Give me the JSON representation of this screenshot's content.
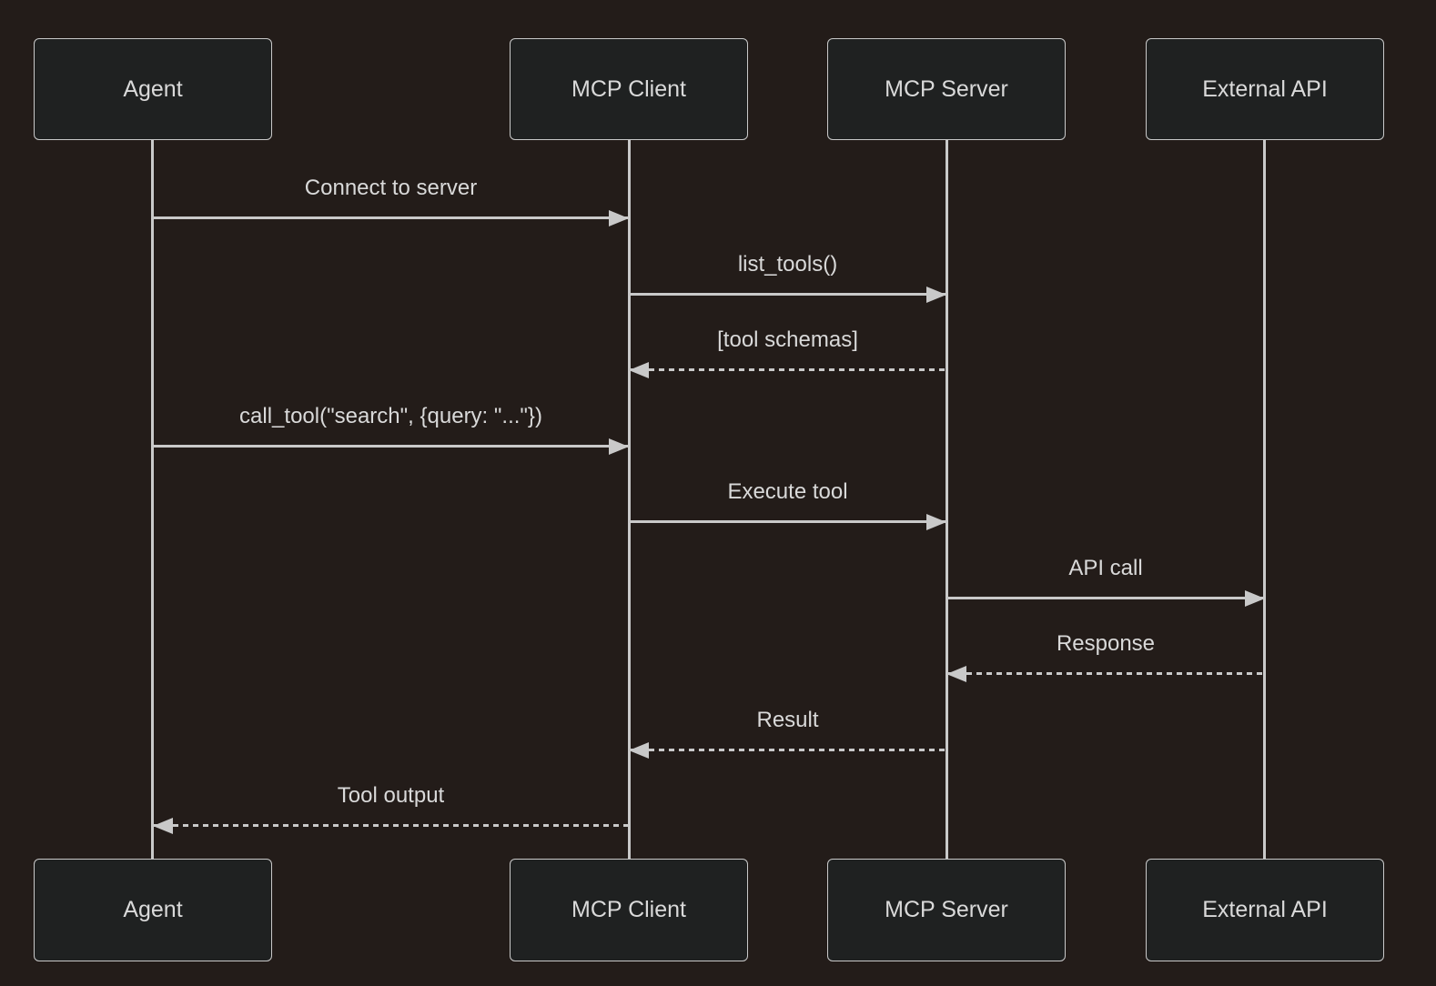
{
  "diagram": {
    "type": "sequence-diagram",
    "colors": {
      "background": "#231c19",
      "actor_fill": "#1f2121",
      "actor_border": "#c9c9c9",
      "line": "#c9c9c9",
      "text": "#d9d9d9"
    },
    "actors": [
      {
        "id": "agent",
        "label": "Agent"
      },
      {
        "id": "mcp-client",
        "label": "MCP Client"
      },
      {
        "id": "mcp-server",
        "label": "MCP Server"
      },
      {
        "id": "external-api",
        "label": "External API"
      }
    ],
    "messages": [
      {
        "from": "agent",
        "to": "mcp-client",
        "label": "Connect to server",
        "style": "solid"
      },
      {
        "from": "mcp-client",
        "to": "mcp-server",
        "label": "list_tools()",
        "style": "solid"
      },
      {
        "from": "mcp-server",
        "to": "mcp-client",
        "label": "[tool schemas]",
        "style": "dashed"
      },
      {
        "from": "agent",
        "to": "mcp-client",
        "label": "call_tool(\"search\", {query: \"...\"})",
        "style": "solid"
      },
      {
        "from": "mcp-client",
        "to": "mcp-server",
        "label": "Execute tool",
        "style": "solid"
      },
      {
        "from": "mcp-server",
        "to": "external-api",
        "label": "API call",
        "style": "solid"
      },
      {
        "from": "external-api",
        "to": "mcp-server",
        "label": "Response",
        "style": "dashed"
      },
      {
        "from": "mcp-server",
        "to": "mcp-client",
        "label": "Result",
        "style": "dashed"
      },
      {
        "from": "mcp-client",
        "to": "agent",
        "label": "Tool output",
        "style": "dashed"
      }
    ]
  }
}
